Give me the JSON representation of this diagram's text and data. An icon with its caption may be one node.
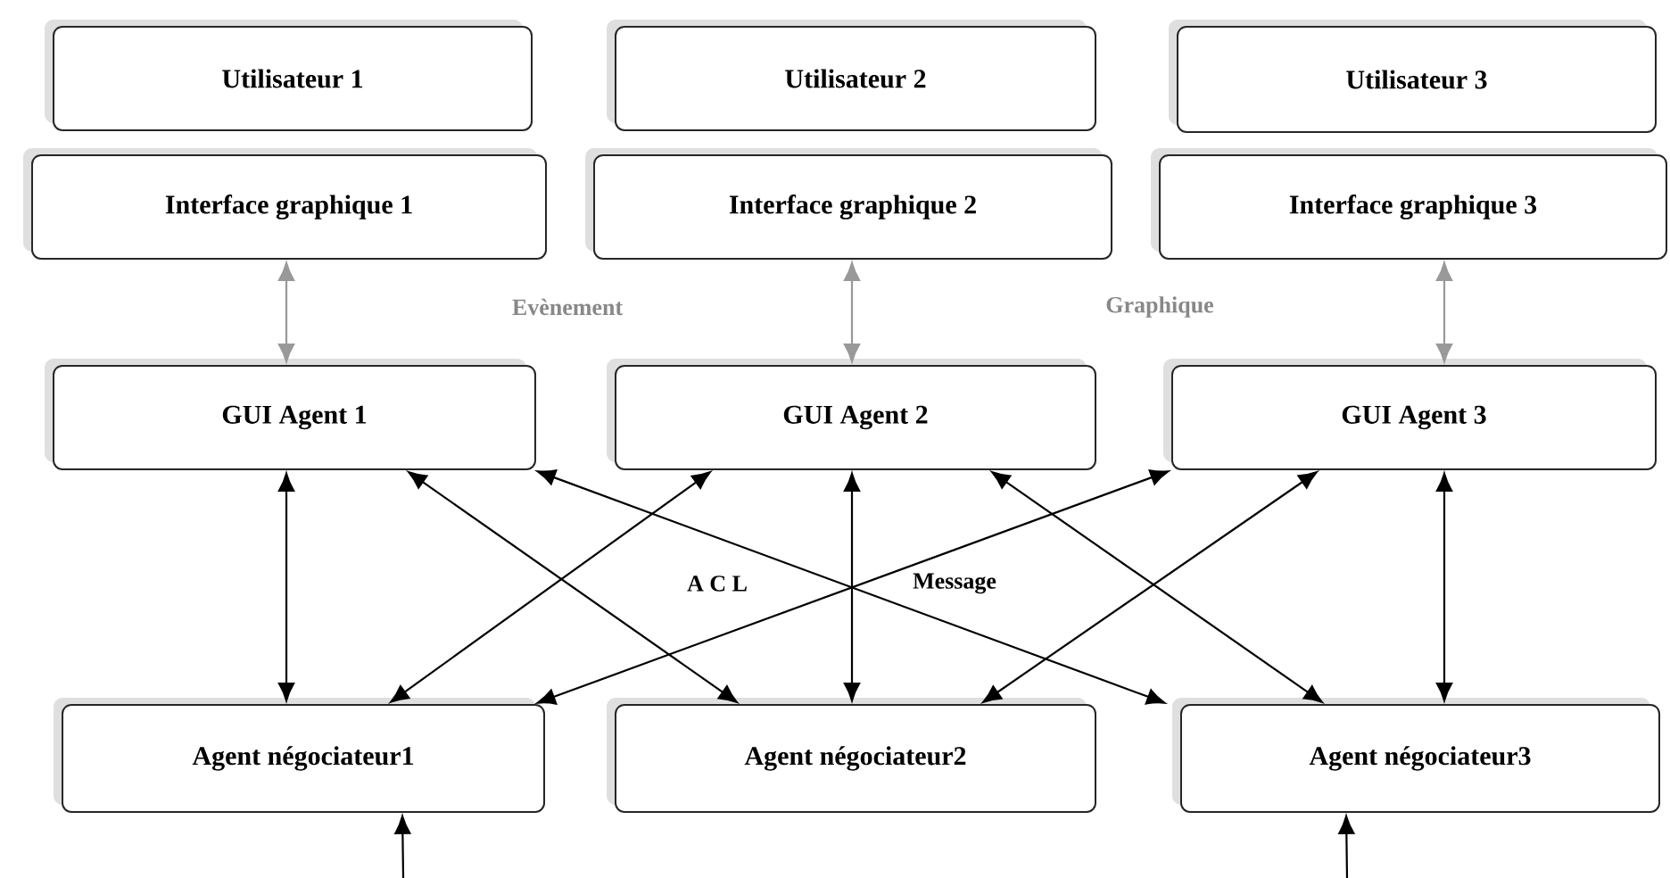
{
  "diagram": {
    "nodes": [
      {
        "text": [
          "Utilisateur 1"
        ]
      },
      {
        "text": [
          "Utilisateur 2"
        ]
      },
      {
        "text": [
          "Utilisateur 3"
        ]
      },
      {
        "text": [
          "Interface graphique 1"
        ]
      },
      {
        "text": [
          "Interface graphique 2"
        ]
      },
      {
        "text": [
          "Interface graphique 3"
        ]
      },
      {
        "text": [
          "GUI Agent 1"
        ]
      },
      {
        "text": [
          "GUI Agent 2"
        ]
      },
      {
        "text": [
          "GUI Agent 3"
        ]
      },
      {
        "text": [
          "Agent négociateur1"
        ]
      },
      {
        "text": [
          "Agent négociateur2"
        ]
      },
      {
        "text": [
          "Agent négociateur3"
        ]
      }
    ],
    "edges": [
      {
        "from": 3,
        "to": 6,
        "arrow": "both",
        "color": "#999999"
      },
      {
        "from": 4,
        "to": 7,
        "arrow": "both",
        "color": "#999999"
      },
      {
        "from": 5,
        "to": 8,
        "arrow": "both",
        "color": "#999999"
      },
      {
        "from": 6,
        "to": 9,
        "arrow": "both"
      },
      {
        "from": 6,
        "to": 10,
        "arrow": "both"
      },
      {
        "from": 6,
        "to": 11,
        "arrow": "both"
      },
      {
        "from": 7,
        "to": 9,
        "arrow": "both"
      },
      {
        "from": 7,
        "to": 10,
        "arrow": "both"
      },
      {
        "from": 7,
        "to": 11,
        "arrow": "both"
      },
      {
        "from": 8,
        "to": 9,
        "arrow": "both"
      },
      {
        "from": 8,
        "to": 10,
        "arrow": "both"
      },
      {
        "from": 8,
        "to": 11,
        "arrow": "both"
      },
      {
        "from": null,
        "to": 9,
        "arrow": "to"
      },
      {
        "from": null,
        "to": 11,
        "arrow": "to"
      }
    ],
    "labels": [
      "Evènement",
      "Graphique",
      "A C L",
      "Message"
    ]
  }
}
